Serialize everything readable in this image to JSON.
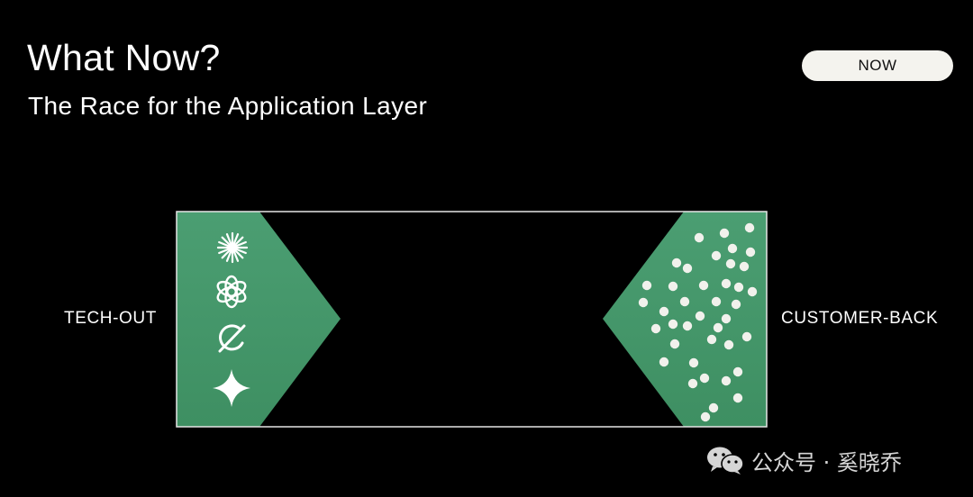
{
  "header": {
    "title": "What Now?",
    "subtitle": "The Race for the Application Layer"
  },
  "badge": {
    "label": "NOW"
  },
  "diagram": {
    "left_label": "TECH-OUT",
    "right_label": "CUSTOMER-BACK",
    "left_icons": [
      "starburst-icon",
      "openai-knot-icon",
      "perplexity-loop-icon",
      "sparkle-star-icon"
    ],
    "colors": {
      "green_top": "#4b9e72",
      "green_bottom": "#3e8f62",
      "frame": "#e6e6e6",
      "dots": "#f1f1ec"
    }
  },
  "watermark": {
    "icon": "wechat-icon",
    "text": "公众号 · 奚晓乔"
  }
}
